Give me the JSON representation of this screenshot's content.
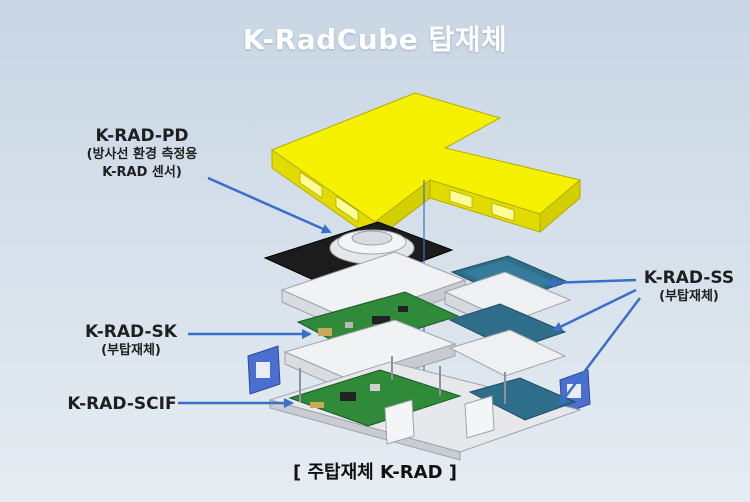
{
  "title": "K-RadCube 탑재체",
  "labels": {
    "pd": {
      "main": "K-RAD-PD",
      "sub1": "(방사선 환경 측정용",
      "sub2": "K-RAD 센서)"
    },
    "sk": {
      "main": "K-RAD-SK",
      "sub": "(부탑재체)"
    },
    "scif": {
      "main": "K-RAD-SCIF"
    },
    "ss": {
      "main": "K-RAD-SS",
      "sub": "(부탑재체)"
    }
  },
  "caption": "[ 주탑재체 K-RAD ]",
  "colors": {
    "background": "#d0dbe7",
    "cover": "#f2f000",
    "arrow": "#3a6fc9",
    "pcb_green": "#2f8a3a",
    "pcb_blue": "#2f6e8a",
    "sensor_plate": "#1a1a1a"
  }
}
